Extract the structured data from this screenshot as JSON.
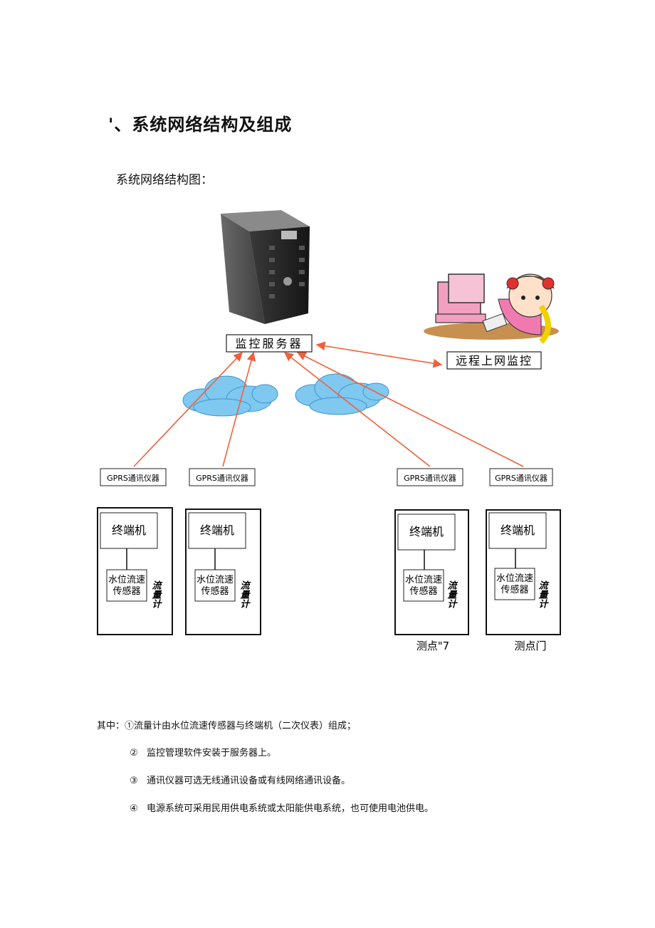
{
  "heading": "'、系统网络结构及组成",
  "subtitle": "系统网络结构图：",
  "diagram": {
    "server_label": "监控服务器",
    "remote_label": "远程上网监控",
    "gprs_label": "GPRS通讯仪器",
    "terminal_label": "终端机",
    "sensor_line1": "水位流速",
    "sensor_line2": "传感器",
    "meter_label": "流量计",
    "point_labels": [
      "测点\"7",
      "测点门"
    ]
  },
  "notes": {
    "intro": "其中：①流量计由水位流速传感器与终端机（二次仪表）组成；",
    "items": [
      {
        "num": "②",
        "text": "监控管理软件安装于服务器上。"
      },
      {
        "num": "③",
        "text": "通讯仪器可选无线通讯设备或有线网络通讯设备。"
      },
      {
        "num": "④",
        "text": "电源系统可采用民用供电系统或太阳能供电系统，也可使用电池供电。"
      }
    ]
  },
  "colors": {
    "arrow": "#f0603a",
    "cloud": "#7fc8f0",
    "cloud_shade": "#4aa8e0",
    "server": "#2a2a2a"
  }
}
